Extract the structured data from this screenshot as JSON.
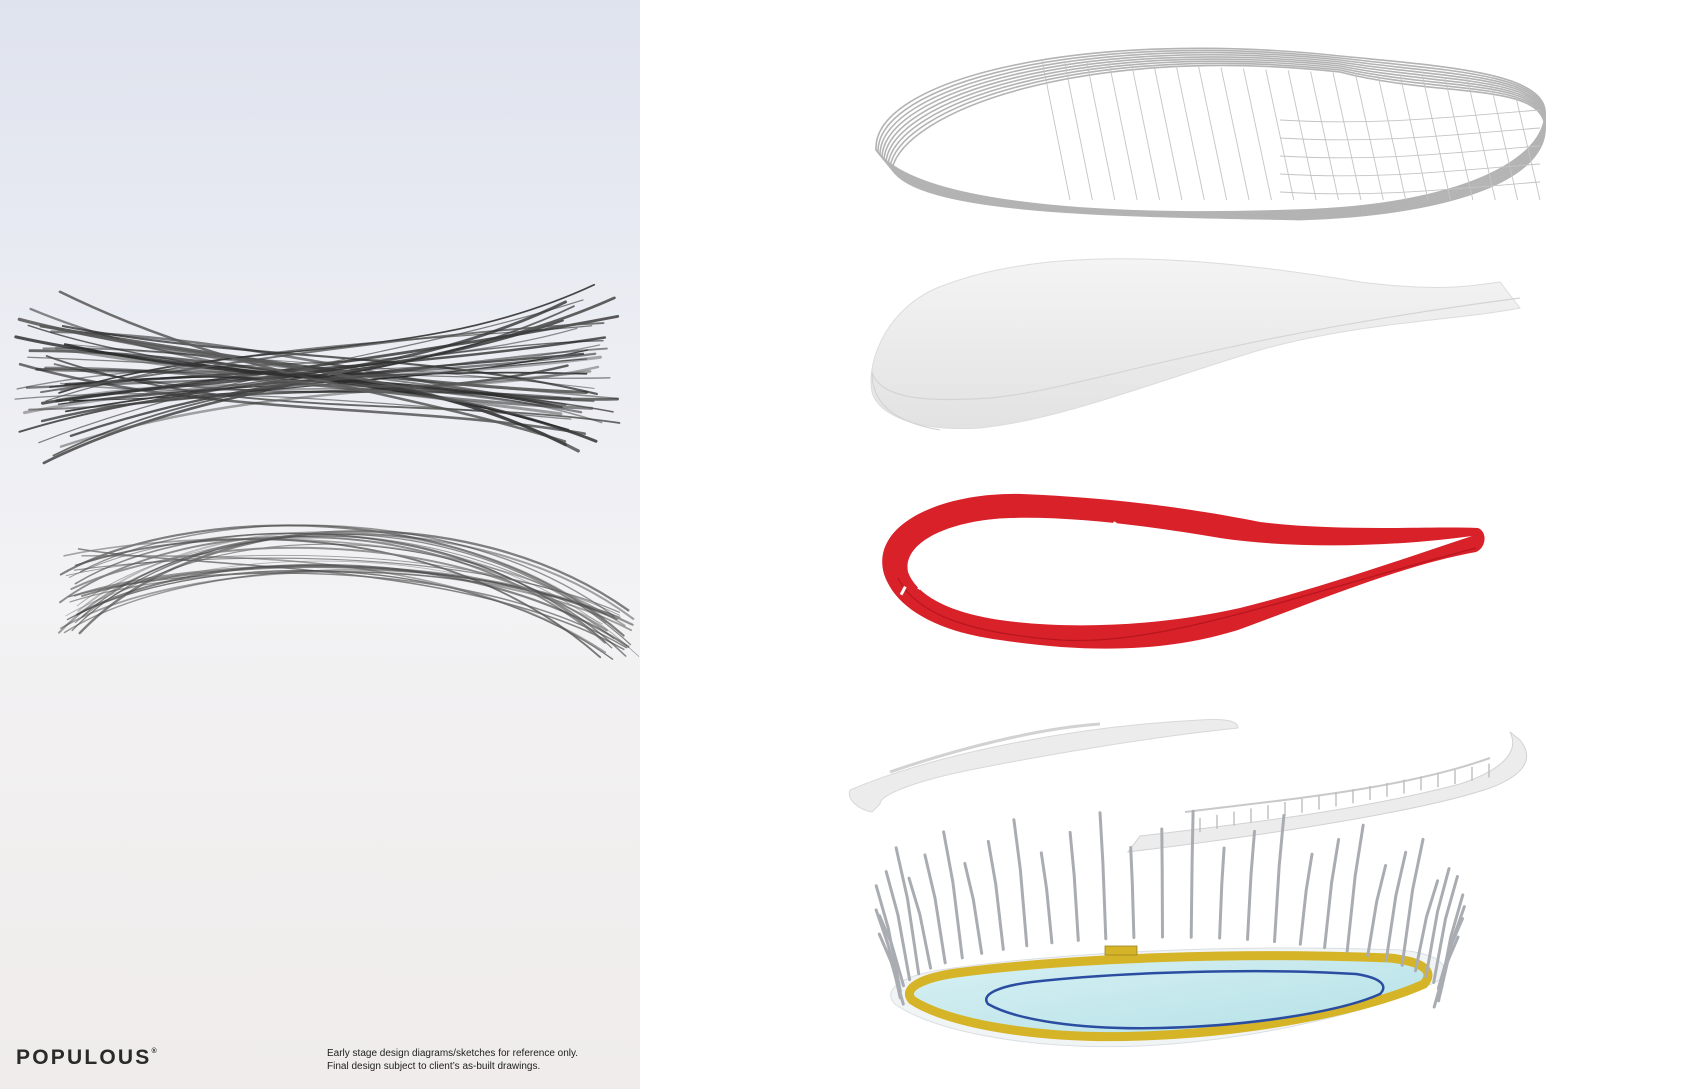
{
  "brand": {
    "name": "POPULOUS",
    "mark": "®"
  },
  "disclaimer": {
    "line1": "Early stage design diagrams/sketches for reference only.",
    "line2": "Final design subject to client’s as-built drawings."
  },
  "colors": {
    "sketch_paper": "#ecebef",
    "pencil": "#4a4a4a",
    "roof_structure": "#b5b5b5",
    "roof_cladding": "#eeeeee",
    "ring_red": "#d9212a",
    "stands": "#e9e9e9",
    "columns": "#a9adb2",
    "ice": "#c6e8ec",
    "track_yellow": "#d6b427",
    "track_blue": "#2a4da1"
  }
}
